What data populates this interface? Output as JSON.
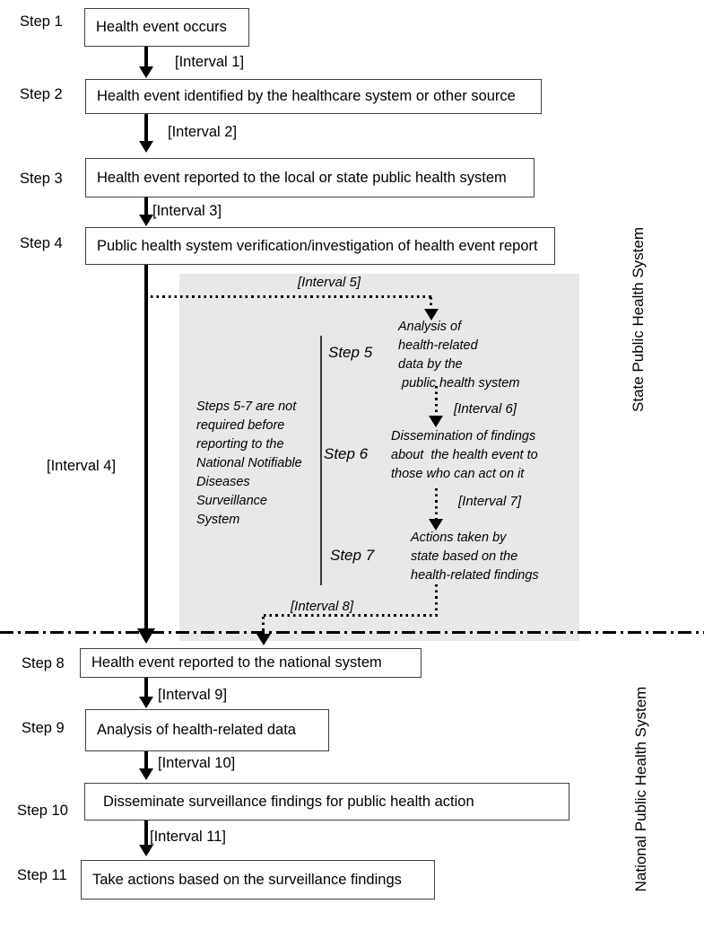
{
  "steps": {
    "s1": {
      "label": "Step 1",
      "text": "Health event occurs"
    },
    "s2": {
      "label": "Step 2",
      "text": "Health event identified by the healthcare system or other source"
    },
    "s3": {
      "label": "Step 3",
      "text": "Health event reported to the local or state public health system"
    },
    "s4": {
      "label": "Step 4",
      "text": "Public health system verification/investigation of health event report"
    },
    "s5": {
      "label": "Step 5",
      "text": "Analysis of\nhealth-related\ndata by the\n public health system"
    },
    "s6": {
      "label": "Step 6",
      "text": "Dissemination of findings\nabout  the health event to\nthose who can act on it"
    },
    "s7": {
      "label": "Step 7",
      "text": "Actions taken by\nstate based on the\nhealth-related findings"
    },
    "s8": {
      "label": "Step 8",
      "text": "Health event reported to the national system"
    },
    "s9": {
      "label": "Step 9",
      "text": "Analysis of health-related data"
    },
    "s10": {
      "label": "Step 10",
      "text": "Disseminate surveillance findings for public health action"
    },
    "s11": {
      "label": "Step 11",
      "text": "Take actions based on the surveillance findings"
    }
  },
  "intervals": {
    "i1": "[Interval 1]",
    "i2": "[Interval 2]",
    "i3": "[Interval 3]",
    "i4": "[Interval 4]",
    "i5": "[Interval 5]",
    "i6": "[Interval 6]",
    "i7": "[Interval 7]",
    "i8": "[Interval 8]",
    "i9": "[Interval 9]",
    "i10": "[Interval 10]",
    "i11": "[Interval 11]"
  },
  "note": "Steps 5-7 are not\nrequired before\nreporting to the\nNational Notifiable\nDiseases\nSurveillance\nSystem",
  "regions": {
    "state": "State Public Health System",
    "national": "National Public Health System"
  },
  "colors": {
    "panel": "#e8e8e8",
    "box_border": "#404040",
    "ink": "#000000"
  }
}
